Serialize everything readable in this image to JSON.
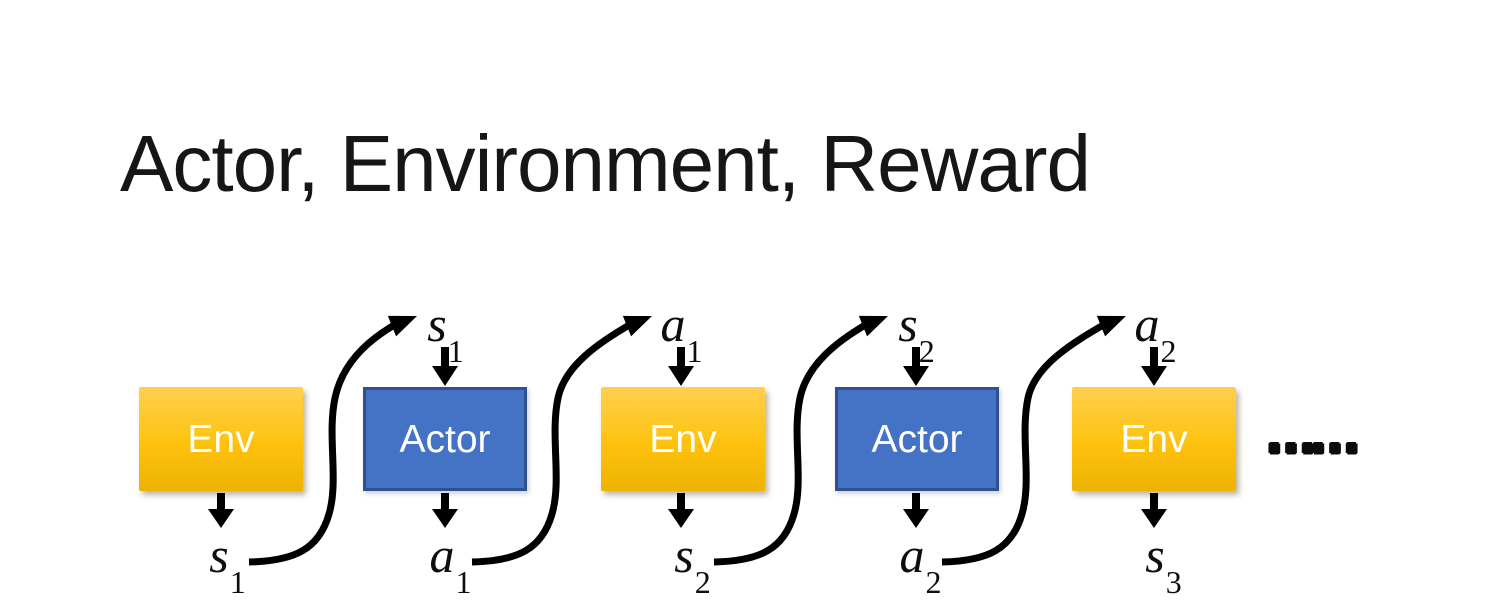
{
  "title": "Actor, Environment, Reward",
  "diagram": {
    "boxes": [
      {
        "label": "Env",
        "type": "env"
      },
      {
        "label": "Actor",
        "type": "actor"
      },
      {
        "label": "Env",
        "type": "env"
      },
      {
        "label": "Actor",
        "type": "actor"
      },
      {
        "label": "Env",
        "type": "env"
      }
    ],
    "top_labels": [
      {
        "base": "s",
        "sub": "1"
      },
      {
        "base": "a",
        "sub": "1"
      },
      {
        "base": "s",
        "sub": "2"
      },
      {
        "base": "a",
        "sub": "2"
      }
    ],
    "bottom_labels": [
      {
        "base": "s",
        "sub": "1"
      },
      {
        "base": "a",
        "sub": "1"
      },
      {
        "base": "s",
        "sub": "2"
      },
      {
        "base": "a",
        "sub": "2"
      },
      {
        "base": "s",
        "sub": "3"
      }
    ],
    "ellipsis": "……",
    "colors": {
      "env_gradient_top": "#ffd04f",
      "env_gradient_bottom": "#edb304",
      "actor_fill": "#4472c4",
      "actor_border": "#2f528f",
      "box_text": "#ffffff",
      "arrow": "#000000",
      "title_text": "#161616"
    }
  }
}
